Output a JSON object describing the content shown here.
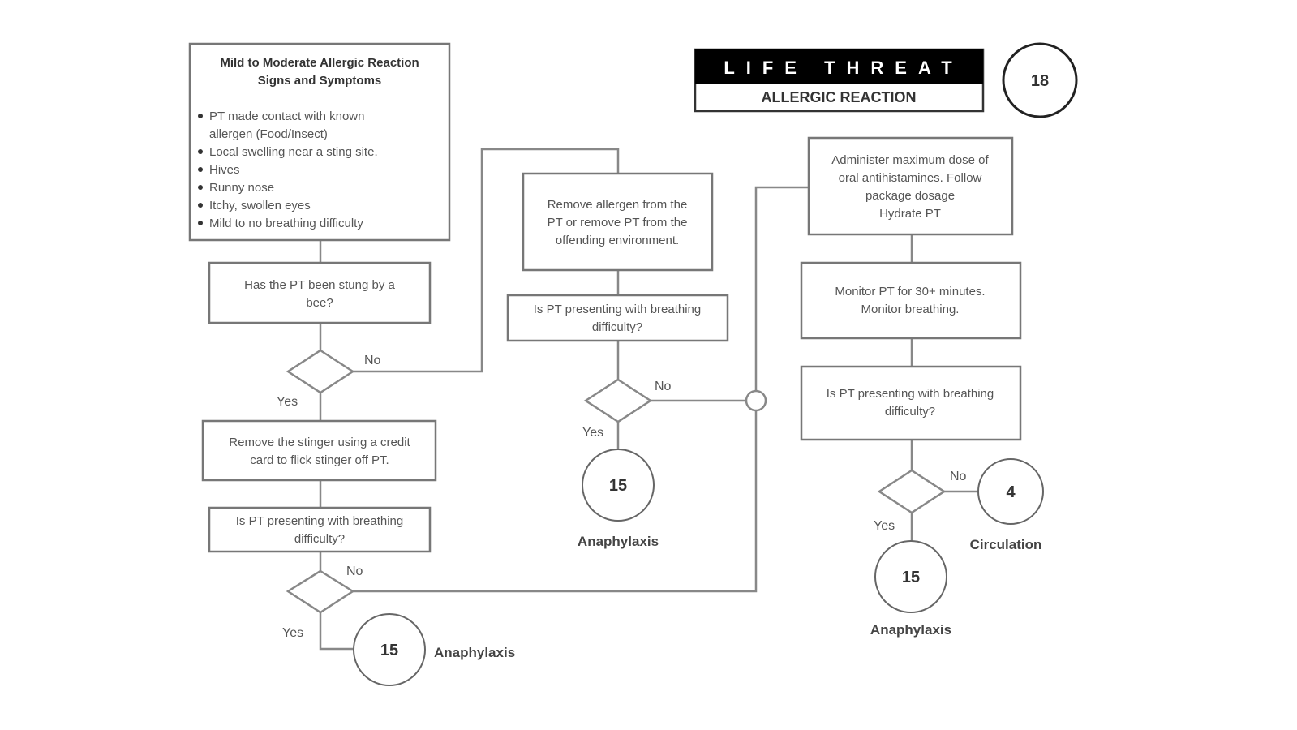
{
  "header": {
    "banner": "LIFE THREAT",
    "subtitle": "ALLERGIC REACTION",
    "protocol_number": "18"
  },
  "symptoms_box": {
    "title_line1": "Mild to Moderate Allergic Reaction",
    "title_line2": "Signs and Symptoms",
    "items": [
      [
        "PT made contact with known",
        "allergen (Food/Insect)"
      ],
      [
        "Local swelling near a sting site."
      ],
      [
        "Hives"
      ],
      [
        "Runny nose"
      ],
      [
        "Itchy, swollen eyes"
      ],
      [
        "Mild to no breathing difficulty"
      ]
    ]
  },
  "nodes": {
    "stung_question": [
      "Has the PT been stung by a",
      "bee?"
    ],
    "remove_stinger": [
      "Remove the stinger using a credit",
      "card to flick stinger off PT."
    ],
    "breathing_q1": [
      "Is PT presenting with breathing",
      "difficulty?"
    ],
    "remove_allergen": [
      "Remove allergen from the",
      "PT or remove PT from the",
      "offending environment."
    ],
    "breathing_q2": [
      "Is PT presenting with breathing",
      "difficulty?"
    ],
    "antihistamines": [
      "Administer maximum dose of",
      "oral antihistamines. Follow",
      "package dosage",
      "Hydrate PT"
    ],
    "monitor": [
      "Monitor PT for 30+ minutes.",
      "Monitor breathing."
    ],
    "breathing_q3": [
      "Is PT presenting with breathing",
      "difficulty?"
    ]
  },
  "branch_labels": {
    "yes": "Yes",
    "no": "No"
  },
  "references": {
    "anaphylaxis": {
      "number": "15",
      "label": "Anaphylaxis"
    },
    "circulation": {
      "number": "4",
      "label": "Circulation"
    }
  }
}
